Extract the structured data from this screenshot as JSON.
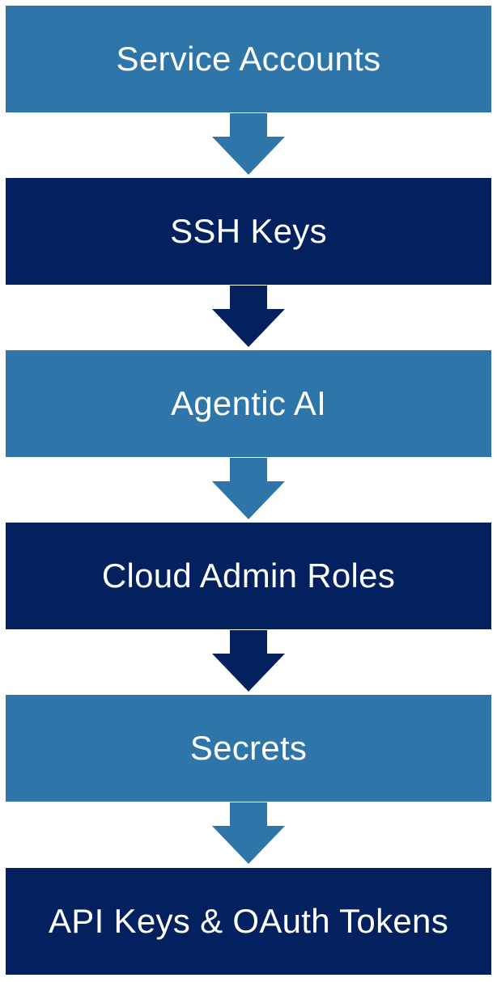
{
  "colors": {
    "light": "#2e75a9",
    "dark": "#03205f"
  },
  "steps": [
    {
      "label": "Service Accounts",
      "tone": "light"
    },
    {
      "label": "SSH Keys",
      "tone": "dark"
    },
    {
      "label": "Agentic AI",
      "tone": "light"
    },
    {
      "label": "Cloud Admin Roles",
      "tone": "dark"
    },
    {
      "label": "Secrets",
      "tone": "light"
    },
    {
      "label": "API Keys & OAuth Tokens",
      "tone": "dark"
    }
  ]
}
